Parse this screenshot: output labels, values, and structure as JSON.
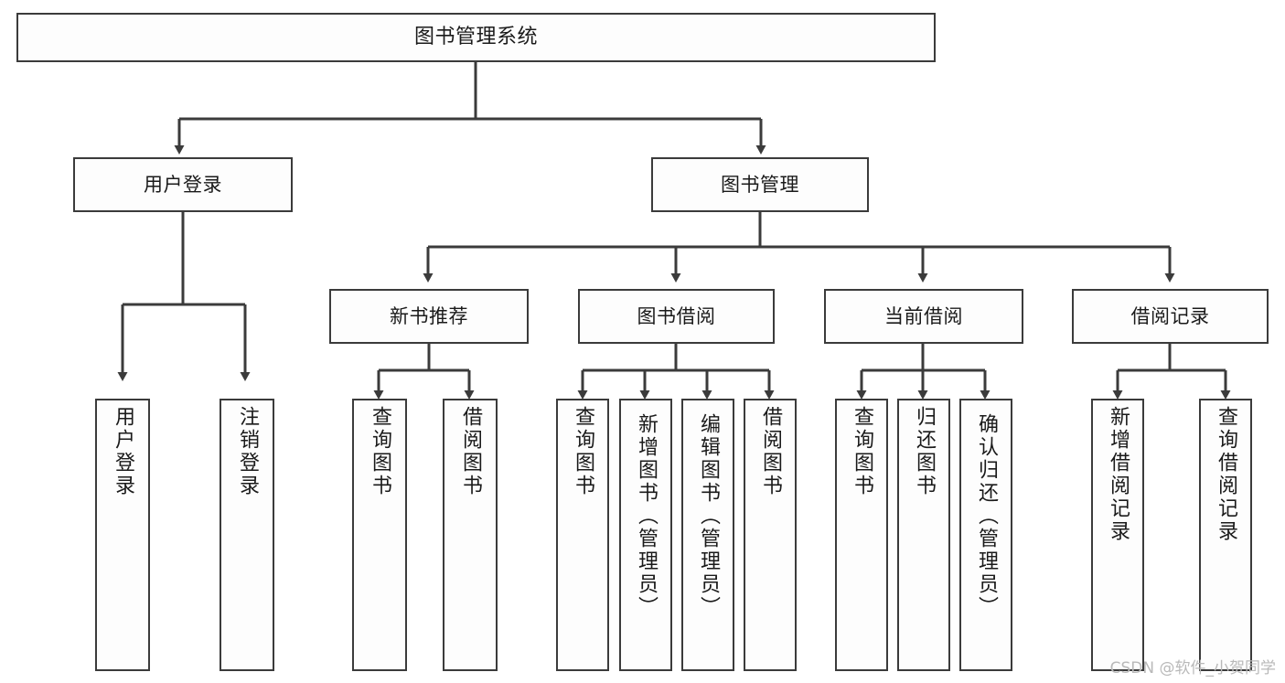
{
  "diagram": {
    "title": "图书管理系统",
    "type": "tree-hierarchy-chart",
    "background_color": "#ffffff",
    "box_fill_color": "#fdfdfd",
    "box_border_color": "#3b3b3b",
    "connector_color": "#3b3b3b",
    "text_color": "#1a1a1a"
  },
  "root": {
    "label": "图书管理系统"
  },
  "level2": [
    {
      "label": "用户登录"
    },
    {
      "label": "图书管理"
    }
  ],
  "level3": [
    {
      "label": "新书推荐"
    },
    {
      "label": "图书借阅"
    },
    {
      "label": "当前借阅"
    },
    {
      "label": "借阅记录"
    }
  ],
  "leaves": {
    "user_login": [
      {
        "label": "用户登录"
      },
      {
        "label": "注销登录"
      }
    ],
    "new_book_recommend": [
      {
        "label": "查询图书"
      },
      {
        "label": "借阅图书"
      }
    ],
    "book_borrow": [
      {
        "label": "查询图书"
      },
      {
        "label": "新增图书（管理员）"
      },
      {
        "label": "编辑图书（管理员）"
      },
      {
        "label": "借阅图书"
      }
    ],
    "current_borrow": [
      {
        "label": "查询图书"
      },
      {
        "label": "归还图书"
      },
      {
        "label": "确认归还（管理员）"
      }
    ],
    "borrow_record": [
      {
        "label": "新增借阅记录"
      },
      {
        "label": "查询借阅记录"
      }
    ]
  },
  "watermark": {
    "text": "CSDN @软件_小贺同学"
  }
}
